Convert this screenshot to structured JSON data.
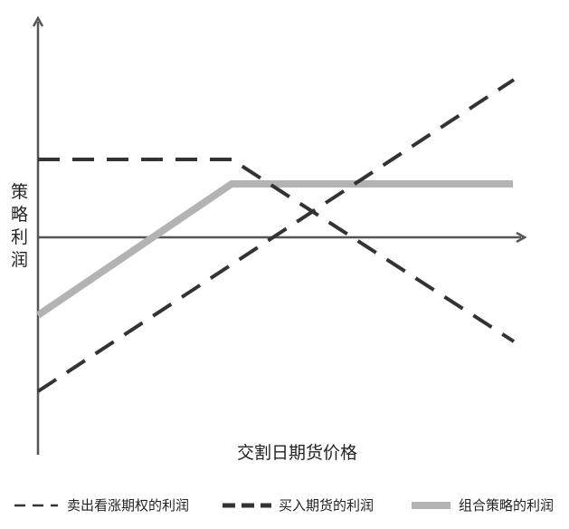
{
  "y_axis_label": [
    "策",
    "略",
    "利",
    "润"
  ],
  "x_axis_label": "交割日期货价格",
  "legend": [
    {
      "label": "卖出看涨期权的利润",
      "style": "dashed-thin"
    },
    {
      "label": "买入期货的利润",
      "style": "dashed-thick"
    },
    {
      "label": "组合策略的利润",
      "style": "solid-gray"
    }
  ],
  "colors": {
    "axis": "#555555",
    "dashed": "#333333",
    "combined": "#b3b3b3"
  }
}
